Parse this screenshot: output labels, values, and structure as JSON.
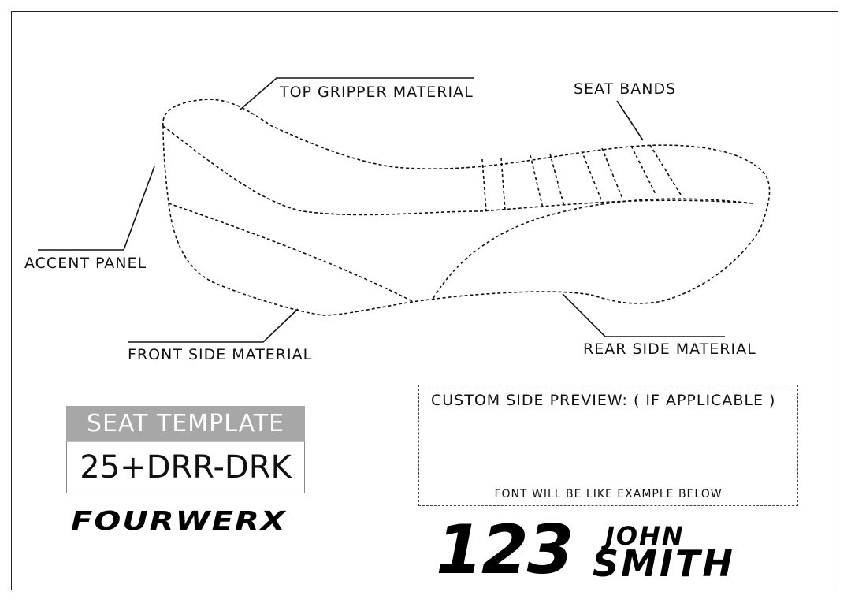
{
  "labels": {
    "top_gripper": "TOP GRIPPER MATERIAL",
    "seat_bands": "SEAT BANDS",
    "accent_panel": "ACCENT PANEL",
    "front_side": "FRONT SIDE MATERIAL",
    "rear_side": "REAR SIDE MATERIAL"
  },
  "template": {
    "title": "SEAT TEMPLATE",
    "code": "25+DRR-DRK"
  },
  "brand": {
    "logo_text": "FOURWERX"
  },
  "preview": {
    "title": "CUSTOM SIDE PREVIEW: ( IF APPLICABLE )",
    "note": "FONT WILL BE LIKE EXAMPLE BELOW"
  },
  "example": {
    "number": "123",
    "first_name": "JOHN",
    "last_name": "SMITH"
  },
  "colors": {
    "line": "#111111",
    "template_header_bg": "#a7a7a7",
    "template_header_text": "#ffffff"
  }
}
